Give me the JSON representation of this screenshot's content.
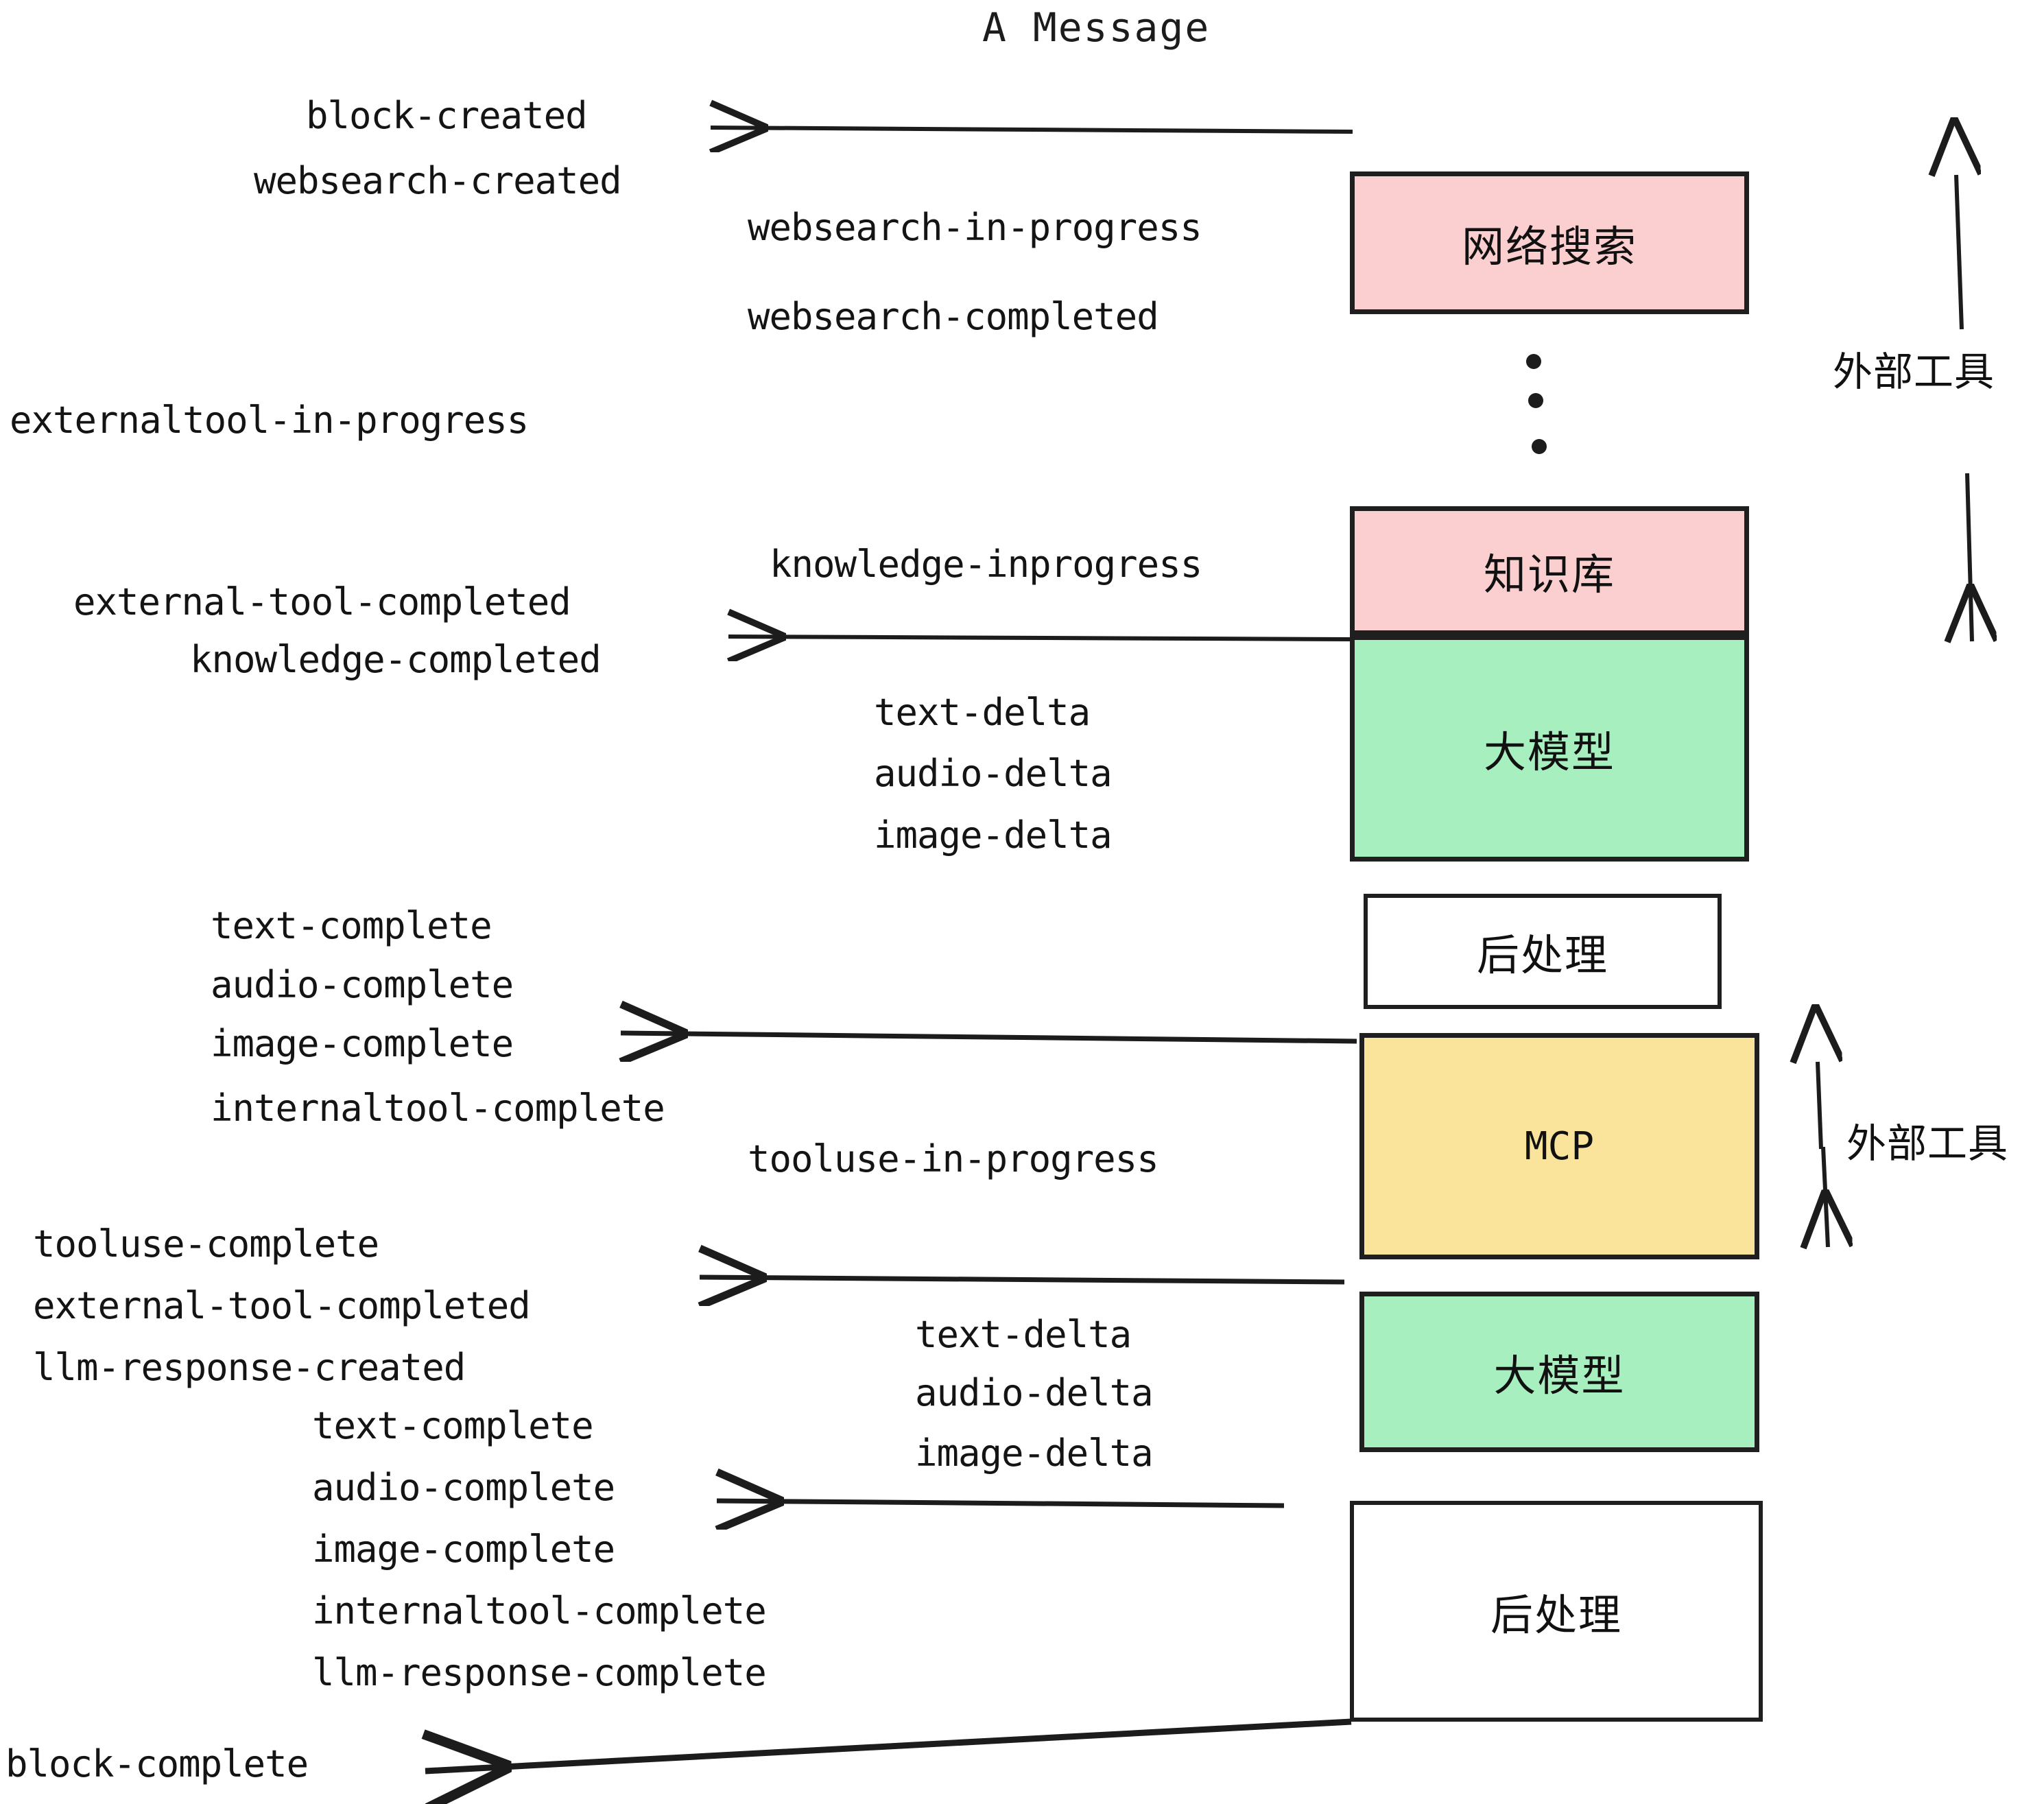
{
  "title": "A Message",
  "boxes": [
    {
      "label": "网络搜索",
      "kind": "pink"
    },
    {
      "label": "知识库",
      "kind": "pink"
    },
    {
      "label": "大模型",
      "kind": "green"
    },
    {
      "label": "后处理",
      "kind": "white"
    },
    {
      "label": "MCP",
      "kind": "yellow"
    },
    {
      "label": "大模型",
      "kind": "green"
    },
    {
      "label": "后处理",
      "kind": "white"
    }
  ],
  "side_labels": [
    {
      "text": "外部工具"
    },
    {
      "text": "外部工具"
    }
  ],
  "events": [
    {
      "text": "block-created"
    },
    {
      "text": "websearch-created"
    },
    {
      "text": "websearch-in-progress"
    },
    {
      "text": "websearch-completed"
    },
    {
      "text": "externaltool-in-progress"
    },
    {
      "text": "knowledge-inprogress"
    },
    {
      "text": "external-tool-completed"
    },
    {
      "text": "knowledge-completed"
    },
    {
      "text": "text-delta"
    },
    {
      "text": "audio-delta"
    },
    {
      "text": "image-delta"
    },
    {
      "text": "text-complete"
    },
    {
      "text": "audio-complete"
    },
    {
      "text": "image-complete"
    },
    {
      "text": "internaltool-complete"
    },
    {
      "text": "tooluse-in-progress"
    },
    {
      "text": "tooluse-complete"
    },
    {
      "text": "external-tool-completed"
    },
    {
      "text": "llm-response-created"
    },
    {
      "text": "text-complete"
    },
    {
      "text": "audio-complete"
    },
    {
      "text": "image-complete"
    },
    {
      "text": "internaltool-complete"
    },
    {
      "text": "llm-response-complete"
    },
    {
      "text": "text-delta"
    },
    {
      "text": "audio-delta"
    },
    {
      "text": "image-delta"
    },
    {
      "text": "block-complete"
    }
  ],
  "colors": {
    "pink": "#FBCFCF",
    "green": "#A8EFC0",
    "yellow": "#FAE49C",
    "white": "#FFFFFF",
    "stroke": "#1f1f1f",
    "text": "#141414"
  }
}
